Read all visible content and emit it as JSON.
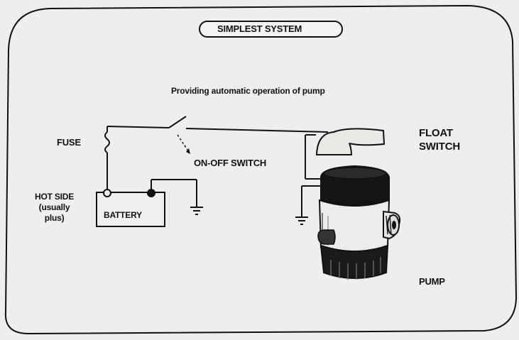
{
  "diagram": {
    "title": "SIMPLEST SYSTEM",
    "subtitle": "Providing automatic operation of pump",
    "labels": {
      "fuse": "FUSE",
      "on_off_switch": "ON-OFF SWITCH",
      "float_switch_line1": "FLOAT",
      "float_switch_line2": "SWITCH",
      "hot_side_line1": "HOT SIDE",
      "hot_side_line2": "(usually",
      "hot_side_line3": "plus)",
      "battery": "BATTERY",
      "pump": "PUMP"
    },
    "colors": {
      "background": "#eeeeec",
      "ink": "#111111"
    }
  }
}
